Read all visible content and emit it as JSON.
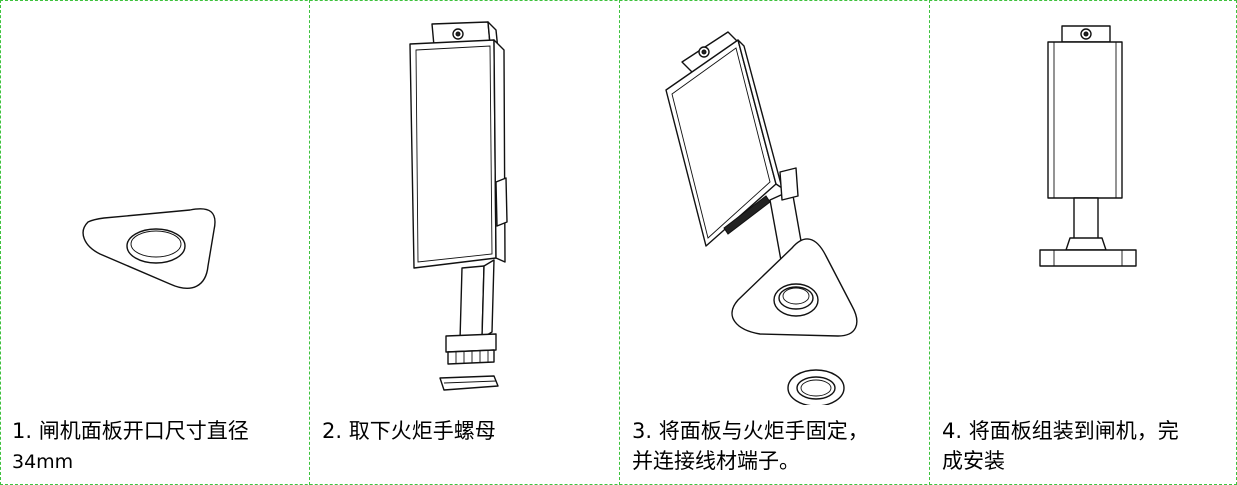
{
  "steps": [
    {
      "caption_line1": "1. 闸机面板开口尺寸直径",
      "caption_line2": "34mm"
    },
    {
      "caption_line1": "2. 取下火炬手螺母"
    },
    {
      "caption_line1": "3. 将面板与火炬手固定，",
      "caption_line2": "并连接线材端子。"
    },
    {
      "caption_line1": "4. 将面板组装到闸机，完",
      "caption_line2": "成安装"
    }
  ],
  "colors": {
    "border": "#3ec23e",
    "line": "#111111"
  }
}
